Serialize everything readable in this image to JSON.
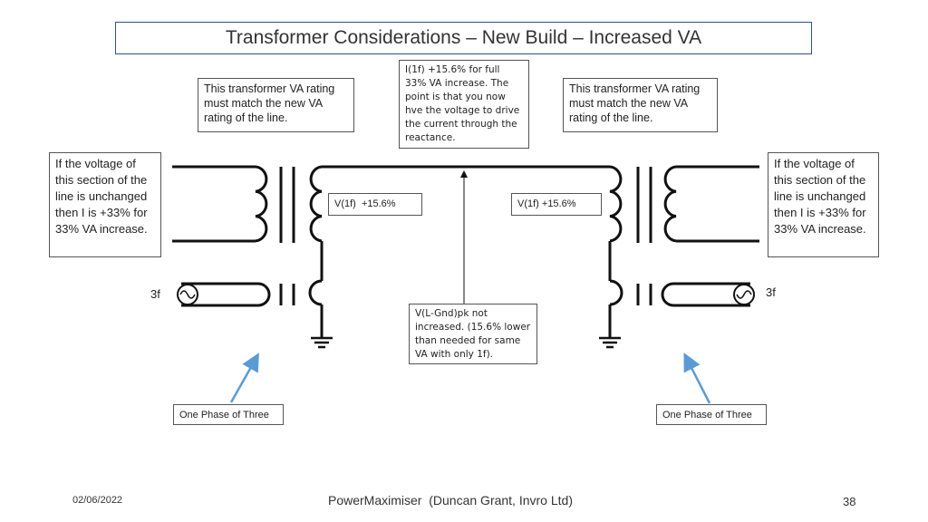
{
  "title": "Transformer Considerations – New Build – Increased VA",
  "notes": {
    "left_transformer": "This transformer VA rating must match the new VA rating of the line.",
    "current_note": "I(1f) +15.6% for full 33% VA increase. The point is that you now hve the voltage to drive the current through the reactance.",
    "right_transformer": "This transformer VA rating must match the new VA rating of the line.",
    "left_voltage": "If the voltage of this section of the line is unchanged then I is +33% for 33% VA increase.",
    "right_voltage": "If the voltage of this section of the line is unchanged then I is +33% for 33% VA increase.",
    "left_v1f": "V(1f)  +15.6%",
    "right_v1f": "V(1f) +15.6%",
    "vlgnd": "V(L-Gnd)pk not increased. (15.6% lower than needed for same VA with only 1f).",
    "left_phase": "One Phase of Three",
    "right_phase": "One Phase of Three",
    "left_source": "3f",
    "right_source": "3f"
  },
  "footer": {
    "date": "02/06/2022",
    "center": "PowerMaximiser  (Duncan Grant, Invro Ltd)",
    "page": "38"
  },
  "colors": {
    "title_border": "#2f4f8f",
    "arrow_blue": "#5b9bd5"
  }
}
